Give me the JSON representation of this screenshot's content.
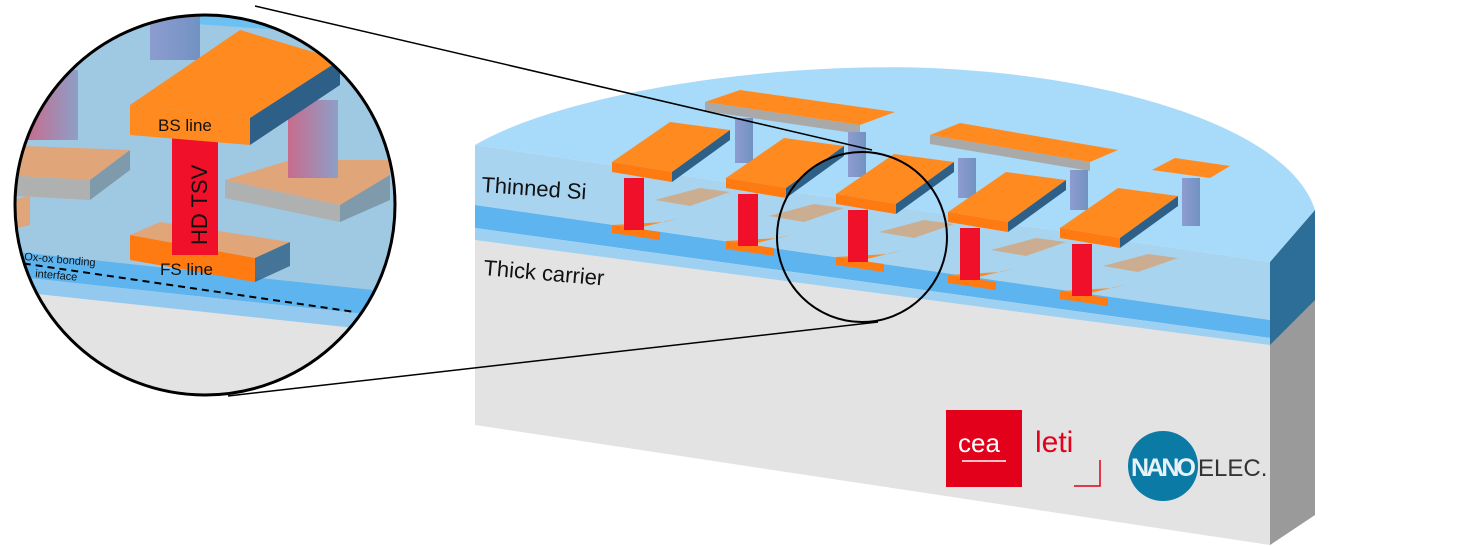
{
  "labels": {
    "thinned_si": "Thinned Si",
    "thick_carrier": "Thick carrier",
    "bs_line": "BS line",
    "fs_line": "FS line",
    "hd_tsv": "HD TSV",
    "bonding_interface_1": "Ox-ox bonding",
    "bonding_interface_2": "interface"
  },
  "logos": {
    "cea": "cea",
    "leti": "leti",
    "nanoelec_a": "NANO",
    "nanoelec_b": "ELEC."
  },
  "colors": {
    "orange": "#ff8a1f",
    "red_tsv": "#f0102a",
    "blue_layer": "#5db4ee",
    "light_blue": "#9ed4f5",
    "carrier": "#e3e3e3",
    "cea_red": "#e2001a",
    "nanoelec_blue": "#0b7ba6"
  }
}
